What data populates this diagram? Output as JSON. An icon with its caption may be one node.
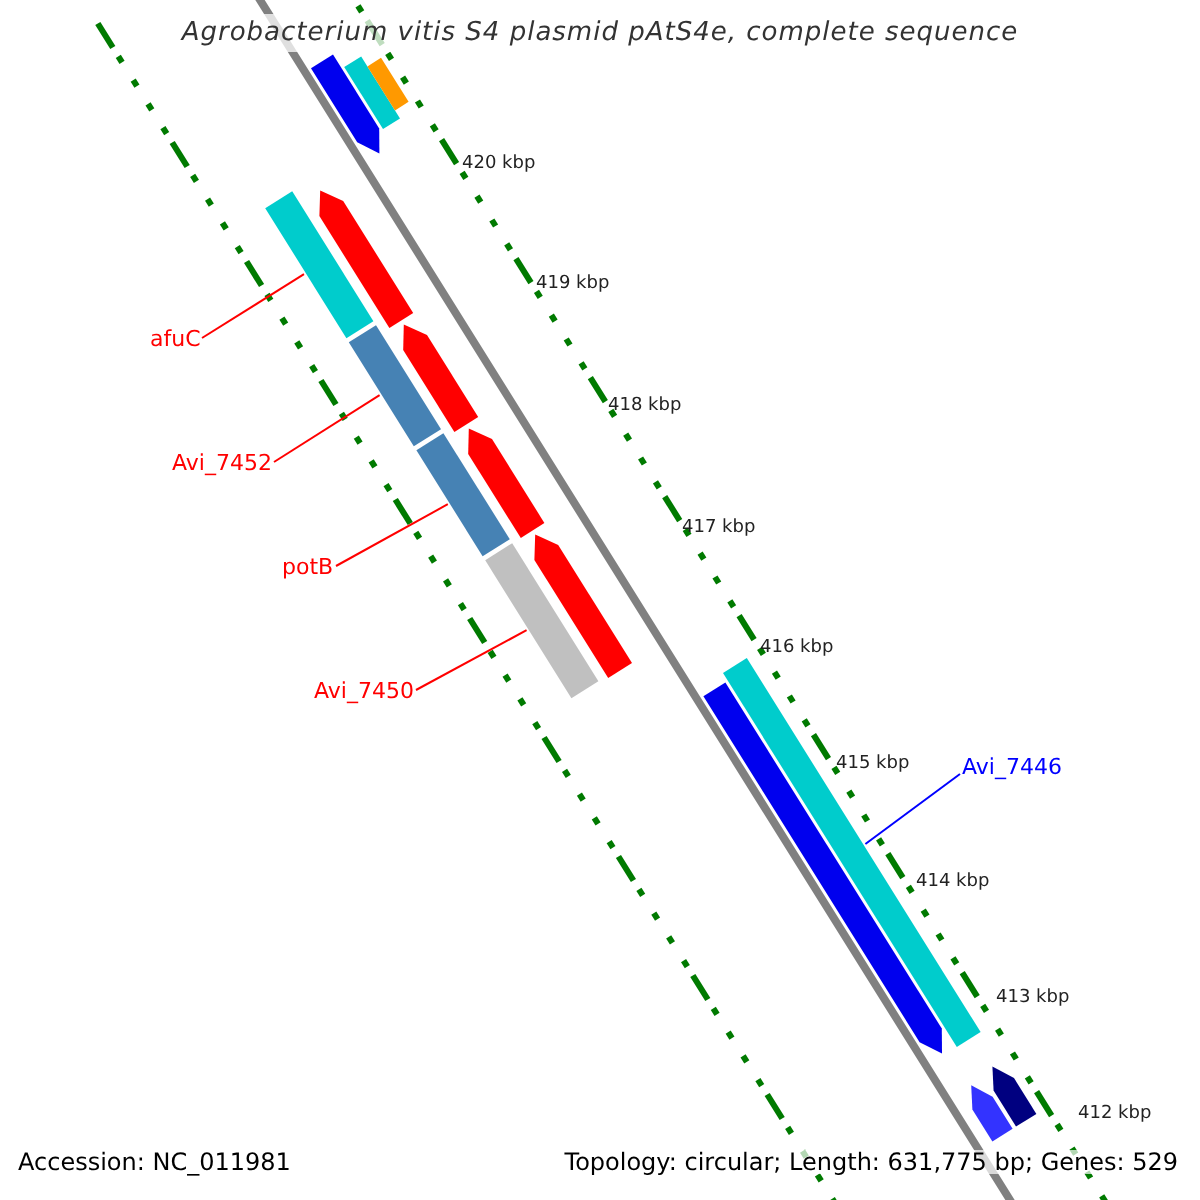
{
  "diagram": {
    "title": "Agrobacterium vitis S4 plasmid pAtS4e, complete sequence",
    "nodes": [
      {
        "text": [
          "afuC"
        ]
      },
      {
        "text": [
          "Avi_7452"
        ]
      },
      {
        "text": [
          "potB"
        ]
      },
      {
        "text": [
          "Avi_7450"
        ]
      },
      {
        "text": [
          "Avi_7446"
        ]
      },
      {
        "text": [],
        "shape": "bar"
      },
      {
        "text": [],
        "shape": "bar"
      },
      {
        "text": [],
        "shape": "bar"
      },
      {
        "text": [],
        "shape": "bar"
      },
      {
        "text": [],
        "shape": "bar"
      },
      {
        "text": [],
        "shape": "bar"
      },
      {
        "text": [],
        "shape": "bar"
      },
      {
        "text": [],
        "shape": "bar"
      },
      {
        "text": [],
        "shape": "bar"
      },
      {
        "text": [],
        "shape": "bar"
      },
      {
        "text": [],
        "shape": "bar"
      },
      {
        "text": [],
        "shape": "bar"
      },
      {
        "text": [],
        "shape": "bar"
      },
      {
        "text": [],
        "shape": "bar"
      },
      {
        "text": [],
        "shape": "bar"
      }
    ],
    "edges": [
      {
        "from": 0,
        "to": 5,
        "arrow": "none"
      },
      {
        "from": 1,
        "to": 6,
        "arrow": "none"
      },
      {
        "from": 2,
        "to": 7,
        "arrow": "none"
      },
      {
        "from": 3,
        "to": 8,
        "arrow": "none"
      },
      {
        "from": 4,
        "to": 9,
        "arrow": "none",
        "color": "#0000ff"
      }
    ],
    "labels": [
      "420 kbp",
      "419 kbp",
      "418 kbp",
      "417 kbp",
      "416 kbp",
      "415 kbp",
      "414 kbp",
      "413 kbp",
      "412 kbp",
      "Accession: NC_011981",
      "Topology: circular; Length: 631,775 bp; Genes: 529"
    ]
  }
}
